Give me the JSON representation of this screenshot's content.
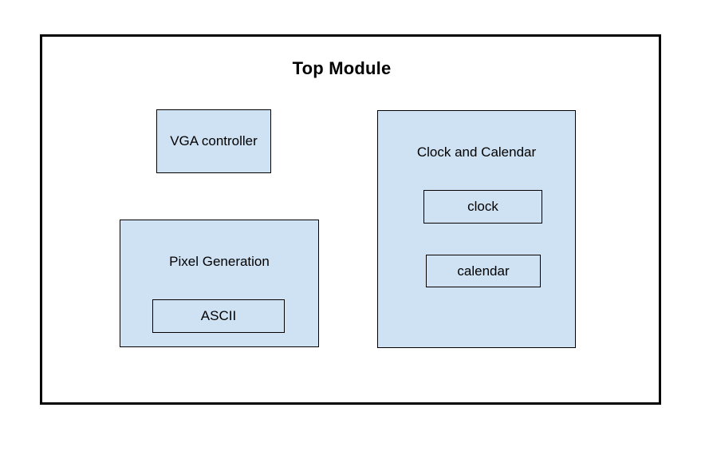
{
  "diagram": {
    "title": "Top Module",
    "colors": {
      "block_fill": "#cfe2f3",
      "block_border": "#000000",
      "outer_border": "#000000",
      "background": "#ffffff",
      "text": "#000000"
    },
    "blocks": {
      "vga": {
        "label": "VGA controller"
      },
      "pixel_generation": {
        "label": "Pixel Generation",
        "children": {
          "ascii": {
            "label": "ASCII"
          }
        }
      },
      "clock_calendar": {
        "label": "Clock and Calendar",
        "children": {
          "clock": {
            "label": "clock"
          },
          "calendar": {
            "label": "calendar"
          }
        }
      }
    }
  }
}
